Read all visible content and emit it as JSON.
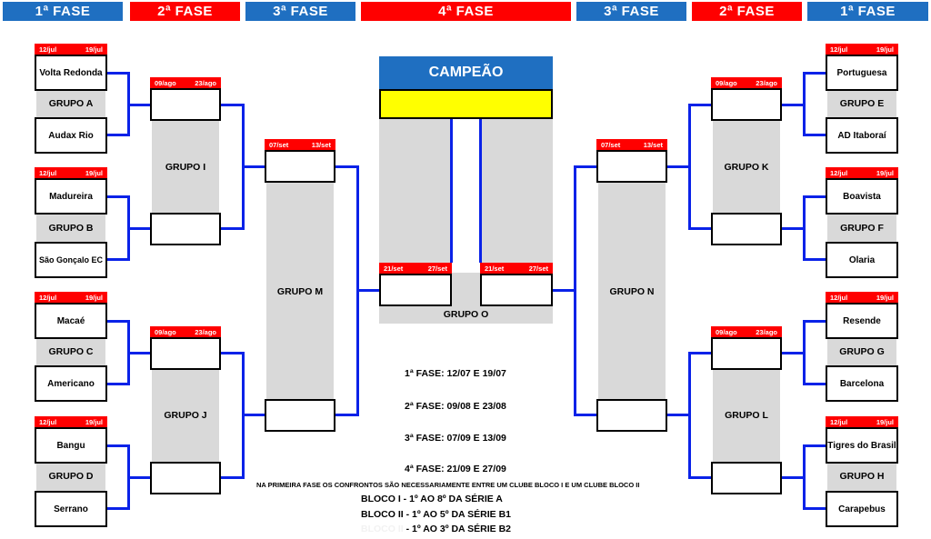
{
  "phases": [
    "1ª FASE",
    "2ª FASE",
    "3ª FASE",
    "4ª FASE",
    "3ª FASE",
    "2ª FASE",
    "1ª FASE"
  ],
  "dates": {
    "f1_a": "12/jul",
    "f1_b": "19/jul",
    "f2_a": "09/ago",
    "f2_b": "23/ago",
    "f3_a": "07/set",
    "f3_b": "13/set",
    "f4_a": "21/set",
    "f4_b": "27/set"
  },
  "teams": {
    "a1": "Volta Redonda",
    "a2": "Audax Rio",
    "b1": "Madureira",
    "b2": "São Gonçalo EC",
    "c1": "Macaé",
    "c2": "Americano",
    "d1": "Bangu",
    "d2": "Serrano",
    "e1": "Portuguesa",
    "e2": "AD Itaboraí",
    "f1": "Boavista",
    "f2": "Olaria",
    "g1": "Resende",
    "g2": "Barcelona",
    "h1": "Tigres do Brasil",
    "h2": "Carapebus"
  },
  "groups": {
    "A": "GRUPO A",
    "B": "GRUPO B",
    "C": "GRUPO C",
    "D": "GRUPO D",
    "E": "GRUPO E",
    "F": "GRUPO F",
    "G": "GRUPO G",
    "H": "GRUPO H",
    "I": "GRUPO I",
    "J": "GRUPO J",
    "K": "GRUPO K",
    "L": "GRUPO L",
    "M": "GRUPO M",
    "N": "GRUPO N",
    "O": "GRUPO O"
  },
  "campeao": "CAMPEÃO",
  "schedule": [
    "1ª FASE: 12/07 E 19/07",
    "2ª FASE: 09/08 E 23/08",
    "3ª FASE: 07/09 E 13/09",
    "4ª FASE: 21/09 E 27/09"
  ],
  "rule": "NA PRIMEIRA FASE OS CONFRONTOS SÃO NECESSARIAMENTE ENTRE UM CLUBE BLOCO I E UM CLUBE BLOCO II",
  "blocks": [
    {
      "label": "BLOCO I",
      "desc": " - 1º AO 8º DA SÉRIE A"
    },
    {
      "label": "BLOCO II",
      "desc": " - 1º AO 5º DA SÉRIE B1"
    },
    {
      "label": "BLOCO II",
      "desc": " - 1º AO 3º DA SÉRIE B2"
    }
  ],
  "colors": {
    "blue": "#1F6FC1",
    "red": "#FF0000",
    "line": "#0A22E8",
    "gray": "#D9D9D9",
    "champion": "#FFFF00"
  }
}
